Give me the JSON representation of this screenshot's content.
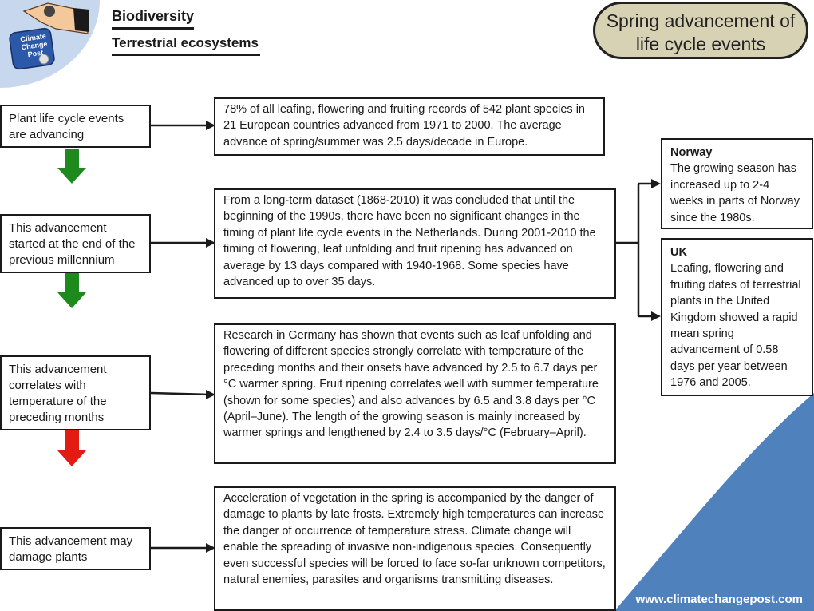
{
  "header": {
    "title": "Biodiversity",
    "subtitle": "Terrestrial ecosystems",
    "badge": "Spring advancement of life cycle events",
    "logo_text": [
      "Climate",
      "Change",
      "Post"
    ]
  },
  "left_boxes": [
    "Plant life cycle events are advancing",
    "This advancement started at the end of the previous millennium",
    "This advancement correlates with temperature of the preceding months",
    "This advancement may damage plants"
  ],
  "text_boxes": [
    "78% of all leafing, flowering and fruiting records of 542 plant species in 21 European countries advanced from 1971 to 2000. The average advance of spring/summer was 2.5 days/decade in Europe.",
    "From a long-term dataset (1868-2010) it was concluded that until the beginning of the 1990s, there have been no significant changes in the timing of plant life cycle events in the Netherlands. During 2001-2010 the timing of flowering, leaf unfolding and fruit ripening has advanced on average by 13 days compared with 1940-1968. Some species have advanced up to over 35 days.",
    "Research in Germany has shown that events such as leaf unfolding and flowering of different species strongly correlate with temperature of the preceding months and their onsets have advanced by 2.5 to 6.7 days per °C warmer spring. Fruit ripening correlates well with summer temperature (shown for some species) and also advances by 6.5 and 3.8 days per °C (April–June). The length of the growing season is mainly increased by warmer springs and lengthened by 2.4 to 3.5 days/°C (February–April).",
    "Acceleration of vegetation in the spring is accompanied by the danger of damage to plants by late frosts. Extremely high temperatures can increase the danger of occurrence of temperature stress. Climate change will enable the spreading of invasive non-indigenous species. Consequently even successful species will be forced to face so-far unknown competitors, natural enemies, parasites and organisms transmitting diseases."
  ],
  "right_boxes": [
    {
      "heading": "Norway",
      "text": "The growing season has increased up to 2-4 weeks in parts of Norway since the 1980s."
    },
    {
      "heading": "UK",
      "text": "Leafing, flowering and fruiting dates of terrestrial plants in the United Kingdom showed a rapid mean spring advancement of 0.58 days per year between 1976 and 2005."
    }
  ],
  "footer": {
    "url": "www.climatechangepost.com"
  },
  "colors": {
    "green_arrow": "#1e8a1e",
    "red_arrow": "#e31b12",
    "badge_bg": "#d8d2b4",
    "corner_blue": "#4f81bd",
    "logo_circle": "#c7d7ee"
  }
}
